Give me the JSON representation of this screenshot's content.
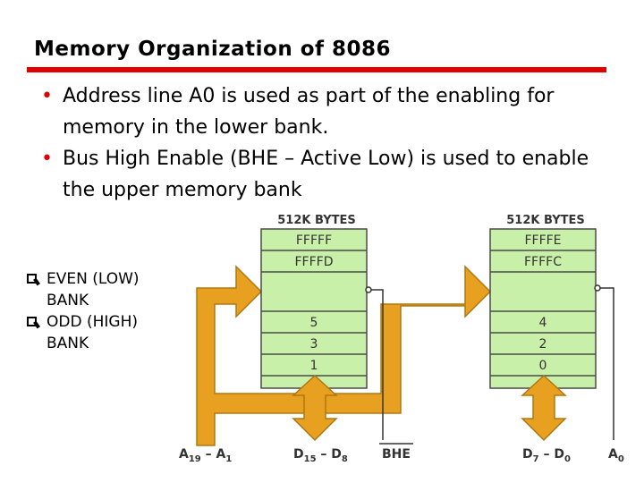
{
  "title": "Memory Organization of 8086",
  "bullets": [
    "Address line A0 is used as part of the enabling for memory in the lower bank.",
    "Bus High Enable (BHE – Active Low) is used to enable the upper memory bank"
  ],
  "q_items": [
    "EVEN (LOW) BANK",
    "ODD (HIGH) BANK"
  ],
  "diagram": {
    "odd_bank": {
      "header": "512K BYTES",
      "cells_top": [
        "FFFFF",
        "FFFFD"
      ],
      "cells_bottom": [
        "5",
        "3",
        "1"
      ]
    },
    "even_bank": {
      "header": "512K BYTES",
      "cells_top": [
        "FFFFE",
        "FFFFC"
      ],
      "cells_bottom": [
        "4",
        "2",
        "0"
      ]
    },
    "labels": {
      "address_left": "A",
      "address_left_sub1": "19",
      "address_dash": " – A",
      "address_left_sub2": "1",
      "data_high": "D",
      "data_high_sub1": "15",
      "data_high_dash": " – D",
      "data_high_sub2": "8",
      "bhe": "BHE",
      "data_low": "D",
      "data_low_sub1": "7",
      "data_low_dash": " – D",
      "data_low_sub2": "0",
      "a0": "A",
      "a0_sub": "0"
    },
    "colors": {
      "arrow_fill": "#e8a020",
      "arrow_stroke": "#b07810",
      "bank_fill": "#c8f0a8",
      "bank_stroke": "#4a4a4a",
      "header_text": "#333333",
      "accent": "#e00000"
    }
  }
}
